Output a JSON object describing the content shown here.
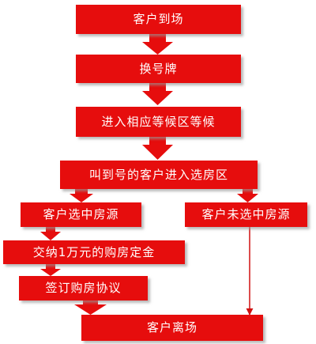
{
  "flowchart": {
    "steps": {
      "arrive": "客户到场",
      "number": "换号牌",
      "wait": "进入相应等候区等候",
      "called": "叫到号的客户进入选房区",
      "selected": "客户选中房源",
      "not_selected": "客户未选中房源",
      "deposit": "交纳1万元的购房定金",
      "sign": "签订购房协议",
      "leave": "客户离场"
    }
  }
}
